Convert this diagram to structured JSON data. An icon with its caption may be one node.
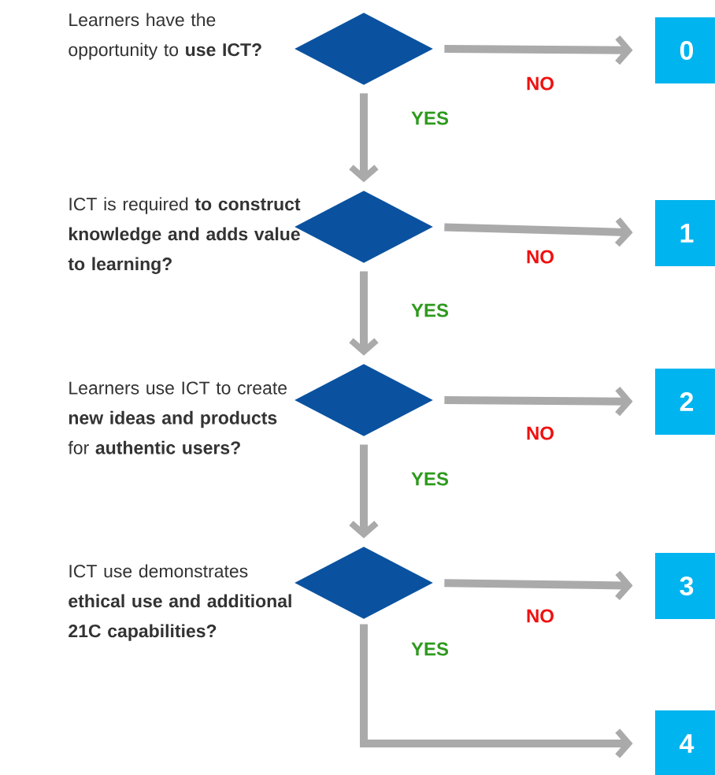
{
  "diagram": {
    "nodes": [
      {
        "text": [],
        "shape": "diamond",
        "beside": [
          "Learners have the opportunity to **use ICT?**"
        ]
      },
      {
        "text": [
          "0"
        ]
      },
      {
        "text": [],
        "shape": "diamond",
        "beside": [
          "ICT is required **to construct knowledge and adds value to learning?**"
        ]
      },
      {
        "text": [
          "1"
        ]
      },
      {
        "text": [],
        "shape": "diamond",
        "beside": [
          "Learners use ICT to create **new ideas and products** for **authentic users?**"
        ]
      },
      {
        "text": [
          "2"
        ]
      },
      {
        "text": [],
        "shape": "diamond",
        "beside": [
          "ICT use demonstrates **ethical use and additional 21C capabilities?**"
        ]
      },
      {
        "text": [
          "3"
        ]
      },
      {
        "text": [
          "4"
        ]
      }
    ],
    "edges": [
      {
        "from": 0,
        "to": 1,
        "arrow": "to",
        "label": "NO"
      },
      {
        "from": 0,
        "to": 2,
        "arrow": "to",
        "label": "YES"
      },
      {
        "from": 2,
        "to": 3,
        "arrow": "to",
        "label": "NO"
      },
      {
        "from": 2,
        "to": 4,
        "arrow": "to",
        "label": "YES"
      },
      {
        "from": 4,
        "to": 5,
        "arrow": "to",
        "label": "NO"
      },
      {
        "from": 4,
        "to": 6,
        "arrow": "to",
        "label": "YES"
      },
      {
        "from": 6,
        "to": 7,
        "arrow": "to",
        "label": "NO"
      },
      {
        "from": 6,
        "to": 8,
        "arrow": "to",
        "label": "YES"
      }
    ]
  }
}
